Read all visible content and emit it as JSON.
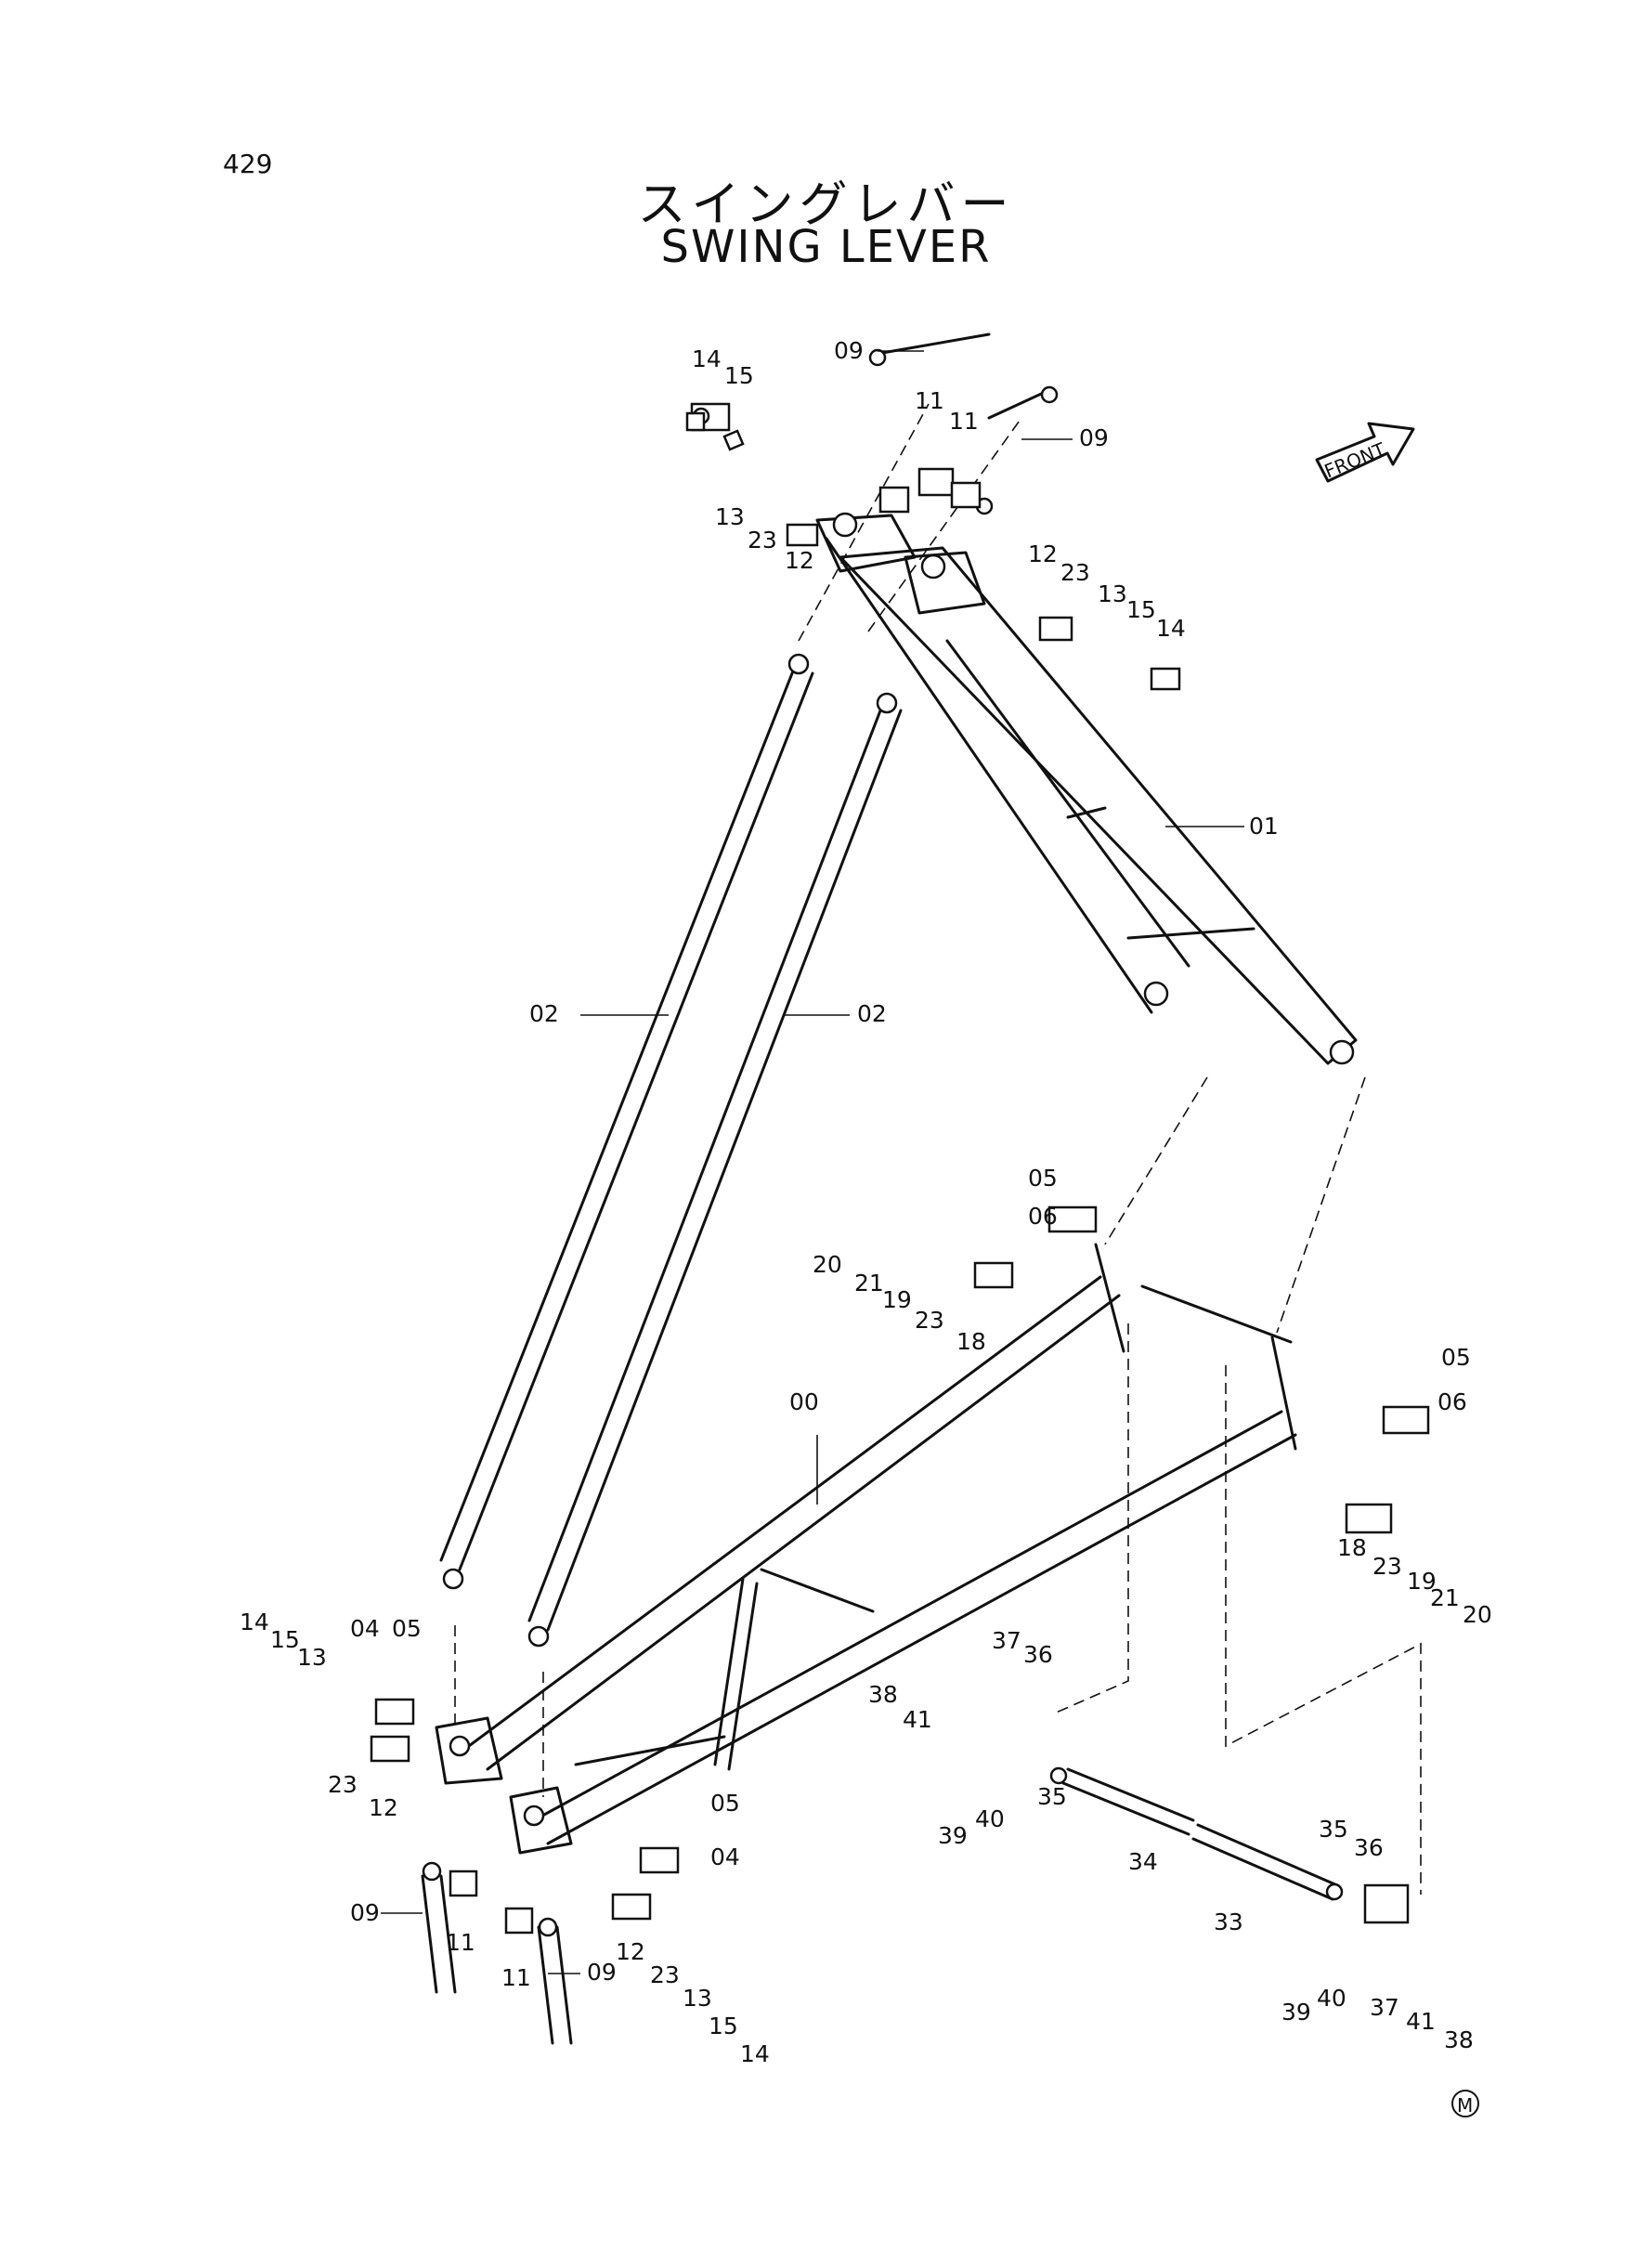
{
  "page_number": "429",
  "title_jp": "スイングレバー",
  "title_en": "SWING LEVER",
  "front_label": "FRONT",
  "manufacturer_mark": "M",
  "part_labels": {
    "p00": "00",
    "p01": "01",
    "p02a": "02",
    "p02b": "02",
    "p04a": "04",
    "p04b": "04",
    "p05a": "05",
    "p05b": "05",
    "p05c": "05",
    "p05d": "05",
    "p06a": "06",
    "p06b": "06",
    "p09a": "09",
    "p09b": "09",
    "p09c": "09",
    "p09d": "09",
    "p11a": "11",
    "p11b": "11",
    "p11c": "11",
    "p11d": "11",
    "p12a": "12",
    "p12b": "12",
    "p12c": "12",
    "p12d": "12",
    "p13a": "13",
    "p13b": "13",
    "p13c": "13",
    "p13d": "13",
    "p14a": "14",
    "p14b": "14",
    "p14c": "14",
    "p14d": "14",
    "p15a": "15",
    "p15b": "15",
    "p15c": "15",
    "p15d": "15",
    "p18a": "18",
    "p18b": "18",
    "p19a": "19",
    "p19b": "19",
    "p20a": "20",
    "p20b": "20",
    "p21a": "21",
    "p21b": "21",
    "p23a": "23",
    "p23b": "23",
    "p23c": "23",
    "p23d": "23",
    "p23e": "23",
    "p23f": "23",
    "p33": "33",
    "p34": "34",
    "p35a": "35",
    "p35b": "35",
    "p36a": "36",
    "p36b": "36",
    "p37a": "37",
    "p37b": "37",
    "p38a": "38",
    "p38b": "38",
    "p39a": "39",
    "p39b": "39",
    "p40a": "40",
    "p40b": "40",
    "p41a": "41",
    "p41b": "41"
  }
}
